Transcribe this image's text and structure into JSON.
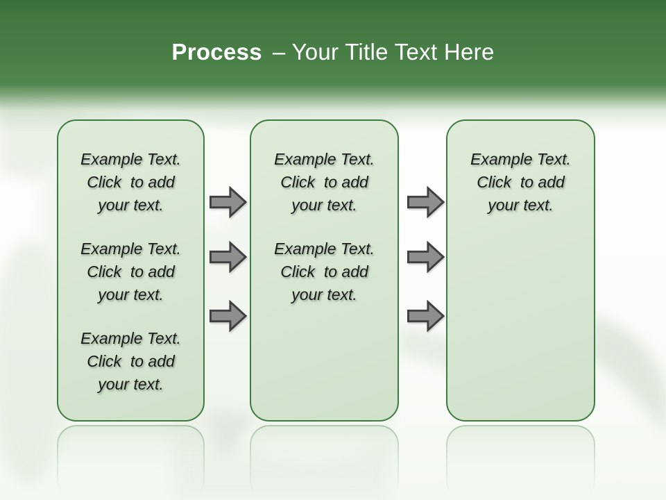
{
  "slide": {
    "title": {
      "bold": "Process",
      "rest": "– Your Title Text Here"
    },
    "colors": {
      "header_green_top": "#37703b",
      "header_green_mid": "#4a7f48",
      "box_fill": "#d7e6d1",
      "box_border": "#3e7b41",
      "arrow_fill": "#8e8e8e",
      "arrow_border": "#3f3f3f",
      "body_text": "#1a1a1a",
      "title_text": "#ffffff"
    },
    "boxes": [
      {
        "name": "step-1",
        "paragraphs": [
          "Example Text.\nClick  to add\nyour text.",
          "Example Text.\nClick  to add\nyour text.",
          "Example Text.\nClick  to add\nyour text."
        ]
      },
      {
        "name": "step-2",
        "paragraphs": [
          "Example Text.\nClick  to add\nyour text.",
          "Example Text.\nClick  to add\nyour text."
        ]
      },
      {
        "name": "step-3",
        "paragraphs": [
          "Example Text.\nClick  to add\nyour text."
        ]
      }
    ],
    "arrows": {
      "between_step1_step2": 3,
      "between_step2_step3": 3,
      "direction": "right"
    }
  }
}
